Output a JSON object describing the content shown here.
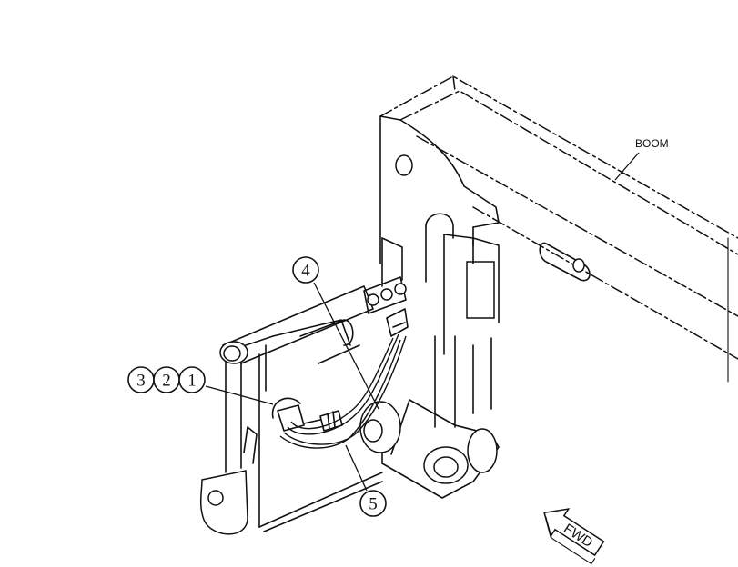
{
  "labels": {
    "boom": "BOOM",
    "fwd": "FWD"
  },
  "callouts": [
    {
      "id": "callout-1",
      "number": "1"
    },
    {
      "id": "callout-2",
      "number": "2"
    },
    {
      "id": "callout-3",
      "number": "3"
    },
    {
      "id": "callout-4",
      "number": "4"
    },
    {
      "id": "callout-5",
      "number": "5"
    }
  ],
  "colors": {
    "line": "#111111",
    "background": "#ffffff"
  }
}
